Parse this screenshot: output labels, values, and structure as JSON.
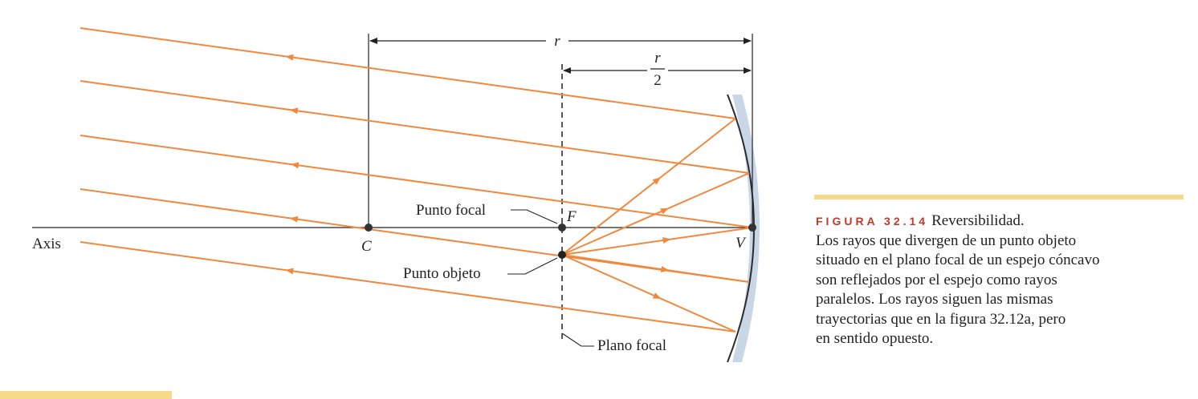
{
  "diagram": {
    "axis_label": "Axis",
    "point_c": "C",
    "point_f": "F",
    "point_v": "V",
    "label_r": "r",
    "label_r_num": "r",
    "label_r_den": "2",
    "label_focal_point": "Punto focal",
    "label_object_point": "Punto objeto",
    "label_focal_plane": "Plano focal",
    "colors": {
      "ray": "#f0883e",
      "mirror": "#2b2b2b",
      "mirror_shade": "#c9d6e6",
      "ink": "#222222"
    }
  },
  "caption": {
    "figure_number": "FIGURA 32.14",
    "title": "Reversibilidad.",
    "lines": [
      "Los rayos que divergen de un punto objeto",
      "situado en el plano focal de un espejo cóncavo",
      "son reflejados por el espejo como rayos",
      "paralelos. Los rayos siguen las mismas",
      "trayectorias que en la figura 32.12a, pero",
      "en sentido opuesto."
    ]
  }
}
